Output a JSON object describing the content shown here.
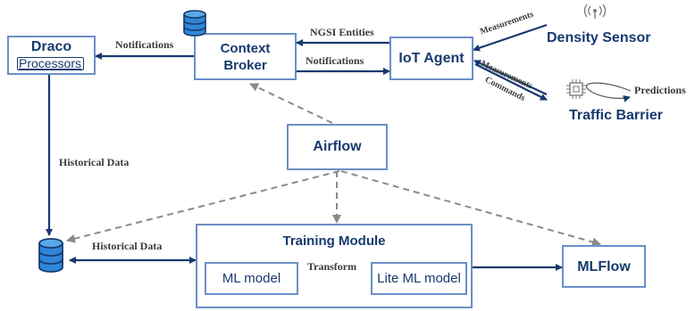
{
  "nodes": {
    "draco_title": "Draco",
    "draco_processors": "Processors",
    "context_broker": [
      "Context",
      "Broker"
    ],
    "iot_agent": "IoT Agent",
    "density_sensor": "Density Sensor",
    "traffic_barrier": "Traffic Barrier",
    "airflow": "Airflow",
    "training_module": "Training Module",
    "ml_model": "ML model",
    "lite_ml_model": "Lite ML model",
    "mlflow": "MLFlow"
  },
  "edge_labels": {
    "notifications_left": "Notifications",
    "ngsi_entities": "NGSI Entities",
    "notifications_right": "Notifications",
    "measurements_top": "Measurements",
    "measurements_bottom": "Measurements",
    "commands": "Commands",
    "predictions": "Predictions",
    "historical_data_vertical": "Historical Data",
    "historical_data_horizontal": "Historical Data",
    "transform": "Transform"
  },
  "colors": {
    "node_border": "#6b8fc7",
    "node_text": "#173a6e",
    "arrow_solid": "#173a6e",
    "arrow_dashed": "#8a8a8a",
    "database_fill": "#2f86d6"
  },
  "icons": {
    "context_broker": "database-icon",
    "historical_store": "database-icon",
    "density_sensor": "wireless-signal-icon",
    "traffic_barrier": "chip-icon"
  }
}
